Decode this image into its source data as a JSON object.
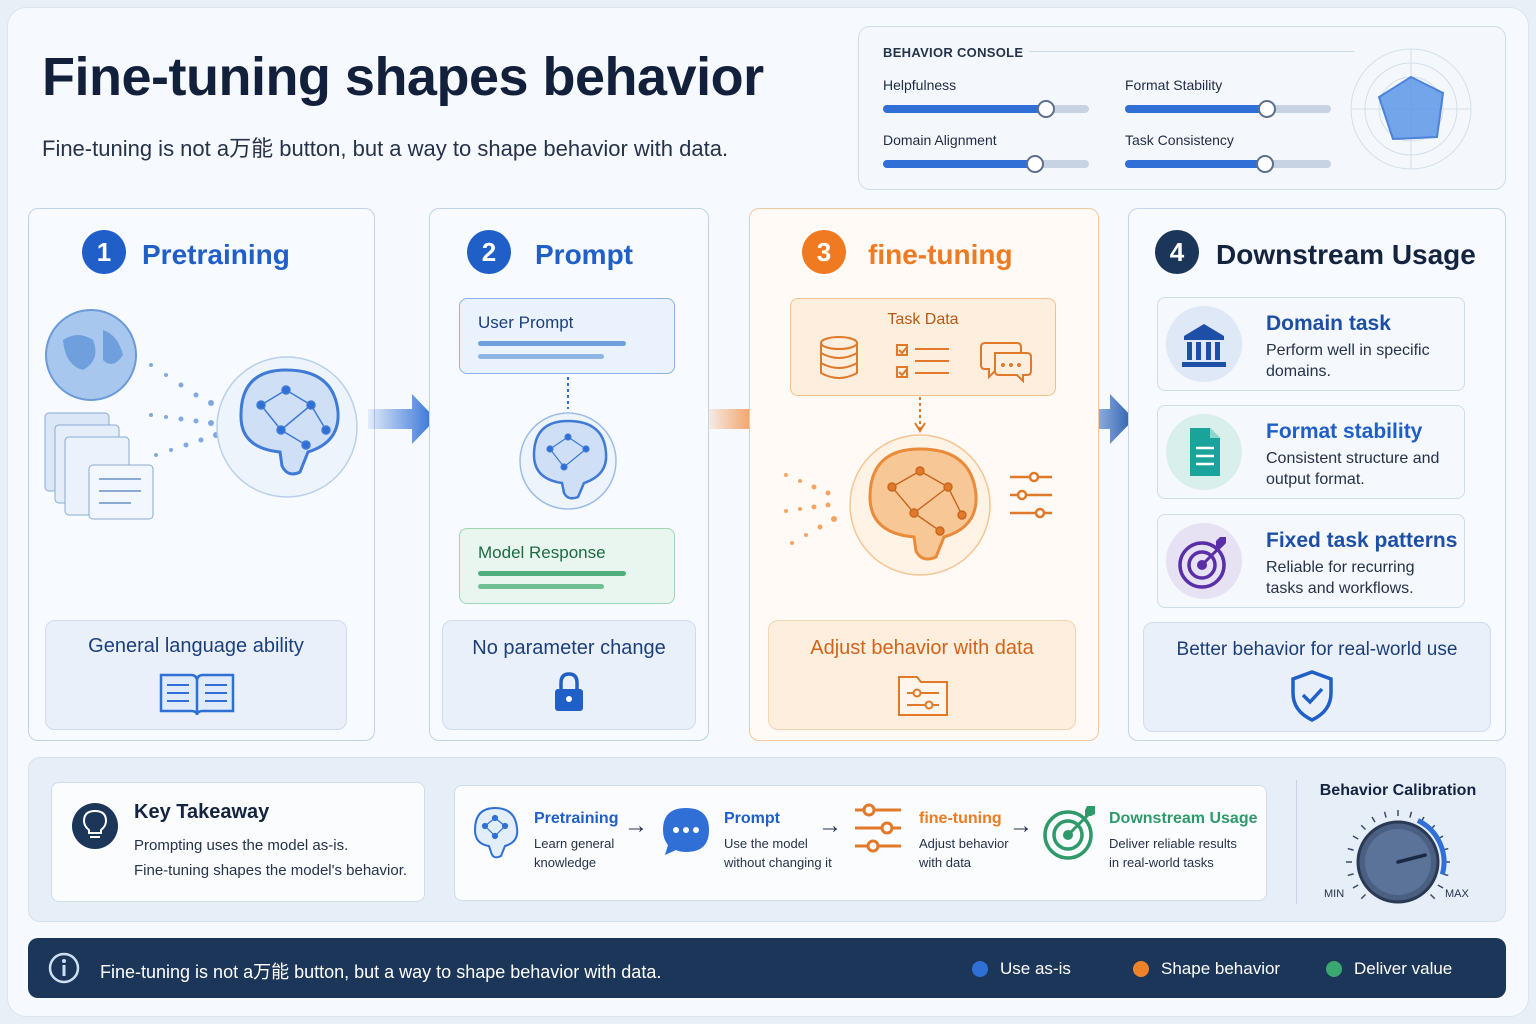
{
  "header": {
    "title": "Fine-tuning shapes behavior",
    "subtitle": "Fine-tuning is not a万能 button, but a way to shape behavior with data."
  },
  "console": {
    "title": "BEHAVIOR CONSOLE",
    "sliders": [
      {
        "label": "Helpfulness",
        "value": 0.79
      },
      {
        "label": "Format Stability",
        "value": 0.69
      },
      {
        "label": "Domain Alignment",
        "value": 0.74
      },
      {
        "label": "Task Consistency",
        "value": 0.68
      }
    ]
  },
  "stages": [
    {
      "number": "1",
      "title": "Pretraining",
      "bottom": "General language ability",
      "color": "#1f5fc7"
    },
    {
      "number": "2",
      "title": "Prompt",
      "bottom": "No parameter change",
      "user_prompt": "User Prompt",
      "model_response": "Model Response",
      "color": "#1f5fc7"
    },
    {
      "number": "3",
      "title": "fine-tuning",
      "bottom": "Adjust behavior with data",
      "task_data": "Task Data",
      "color": "#ef7a22"
    },
    {
      "number": "4",
      "title": "Downstream Usage",
      "bottom": "Better behavior for real-world use",
      "color": "#1b3659"
    }
  ],
  "downstream": [
    {
      "title": "Domain task",
      "desc": "Perform well in specific domains.",
      "color": "#1d4fa7",
      "icon": "bank-icon"
    },
    {
      "title": "Format stability",
      "desc": "Consistent structure and output format.",
      "color": "#1f5fc7",
      "icon": "document-icon"
    },
    {
      "title": "Fixed task patterns",
      "desc": "Reliable for recurring tasks and workflows.",
      "color": "#1d4fa7",
      "icon": "target-icon"
    }
  ],
  "takeaway": {
    "title": "Key Takeaway",
    "line1": "Prompting uses the model as-is.",
    "line2": "Fine-tuning shapes the model's behavior."
  },
  "flow": [
    {
      "title": "Pretraining",
      "desc1": "Learn general",
      "desc2": "knowledge",
      "color": "#1f5fc7"
    },
    {
      "title": "Prompt",
      "desc1": "Use the model",
      "desc2": "without changing it",
      "color": "#1f5fc7"
    },
    {
      "title": "fine-tuning",
      "desc1": "Adjust behavior",
      "desc2": "with data",
      "color": "#ef7a22"
    },
    {
      "title": "Downstream Usage",
      "desc1": "Deliver reliable results",
      "desc2": "in real-world tasks",
      "color": "#2e9a6a"
    }
  ],
  "calibration": {
    "title": "Behavior Calibration",
    "min": "MIN",
    "max": "MAX",
    "value": 0.78
  },
  "footer": {
    "message": "Fine-tuning is not a万能 button, but a way to shape behavior with data.",
    "legend": [
      {
        "label": "Use as-is",
        "color": "#2f6fd6"
      },
      {
        "label": "Shape behavior",
        "color": "#f0832a"
      },
      {
        "label": "Deliver value",
        "color": "#3aa870"
      }
    ]
  }
}
